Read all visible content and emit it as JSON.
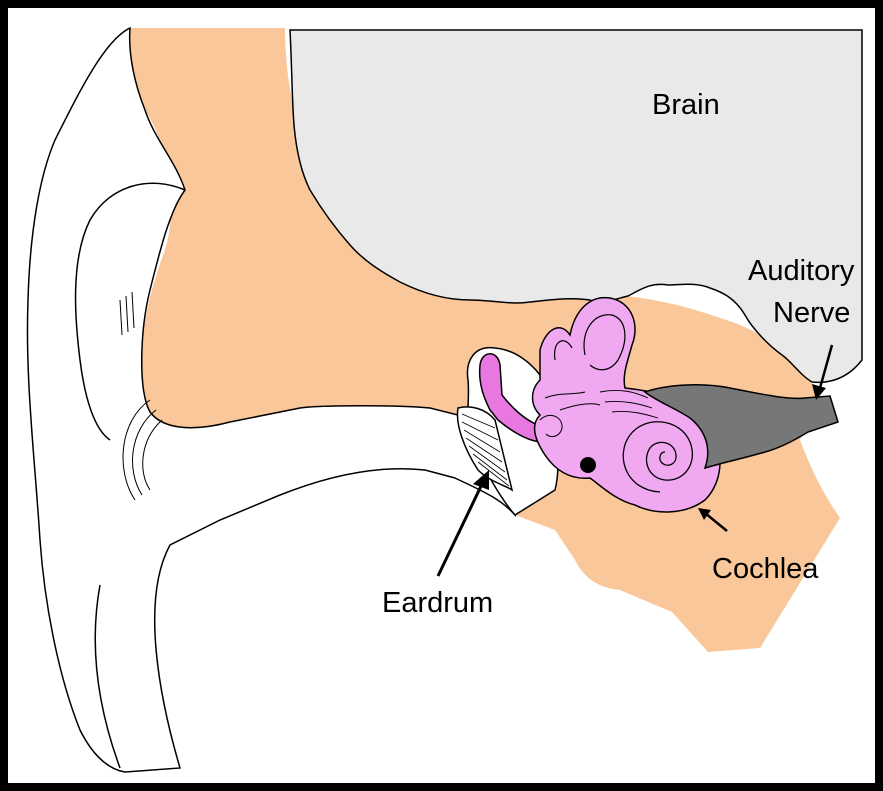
{
  "labels": {
    "brain": "Brain",
    "auditory_nerve": [
      "Auditory",
      "Nerve"
    ],
    "cochlea": "Cochlea",
    "eardrum": "Eardrum"
  },
  "colors": {
    "frame": "#000000",
    "background": "#ffffff",
    "brain": "#e9e9e9",
    "tissue": "#f9c799",
    "inner_ear": "#f0a8f0",
    "ossicles": "#e878e0",
    "nerve": "#777777",
    "outline": "#000000"
  }
}
